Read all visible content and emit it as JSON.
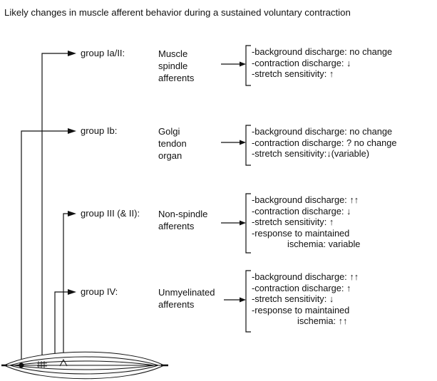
{
  "title": "Likely changes in muscle afferent behavior during a sustained voluntary contraction",
  "groups": [
    {
      "label": "group Ia/II:",
      "description": [
        "Muscle",
        "spindle",
        "afferents"
      ],
      "effects": [
        {
          "text": "-background discharge: no change",
          "arrow": ""
        },
        {
          "text": "-contraction discharge:",
          "arrow": "↓"
        },
        {
          "text": "-stretch sensitivity:",
          "arrow": "↑"
        }
      ]
    },
    {
      "label": "group Ib:",
      "description": [
        "Golgi",
        "tendon",
        "organ"
      ],
      "effects": [
        {
          "text": "-background discharge: no change",
          "arrow": ""
        },
        {
          "text": "-contraction discharge: ? no change",
          "arrow": ""
        },
        {
          "text": "-stretch sensitivity:",
          "arrow": "↓",
          "suffix": "(variable)"
        }
      ]
    },
    {
      "label": "group III (& II):",
      "description": [
        "Non-spindle",
        "afferents"
      ],
      "effects": [
        {
          "text": "-background discharge:",
          "arrow": "↑↑"
        },
        {
          "text": "-contraction discharge:",
          "arrow": "↓"
        },
        {
          "text": "-stretch sensitivity:",
          "arrow": "↑"
        },
        {
          "text": "-response to maintained",
          "arrow": ""
        },
        {
          "text": "ischemia: variable",
          "arrow": "",
          "indent": true
        }
      ]
    },
    {
      "label": "group IV:",
      "description": [
        "Unmyelinated",
        "afferents"
      ],
      "effects": [
        {
          "text": "-background discharge:",
          "arrow": "↑↑"
        },
        {
          "text": "-contraction discharge:",
          "arrow": "↑"
        },
        {
          "text": "-stretch sensitivity:",
          "arrow": "↓"
        },
        {
          "text": "-response to maintained",
          "arrow": ""
        },
        {
          "text": "ischemia:",
          "arrow": "↑↑",
          "indent": true
        }
      ]
    }
  ]
}
